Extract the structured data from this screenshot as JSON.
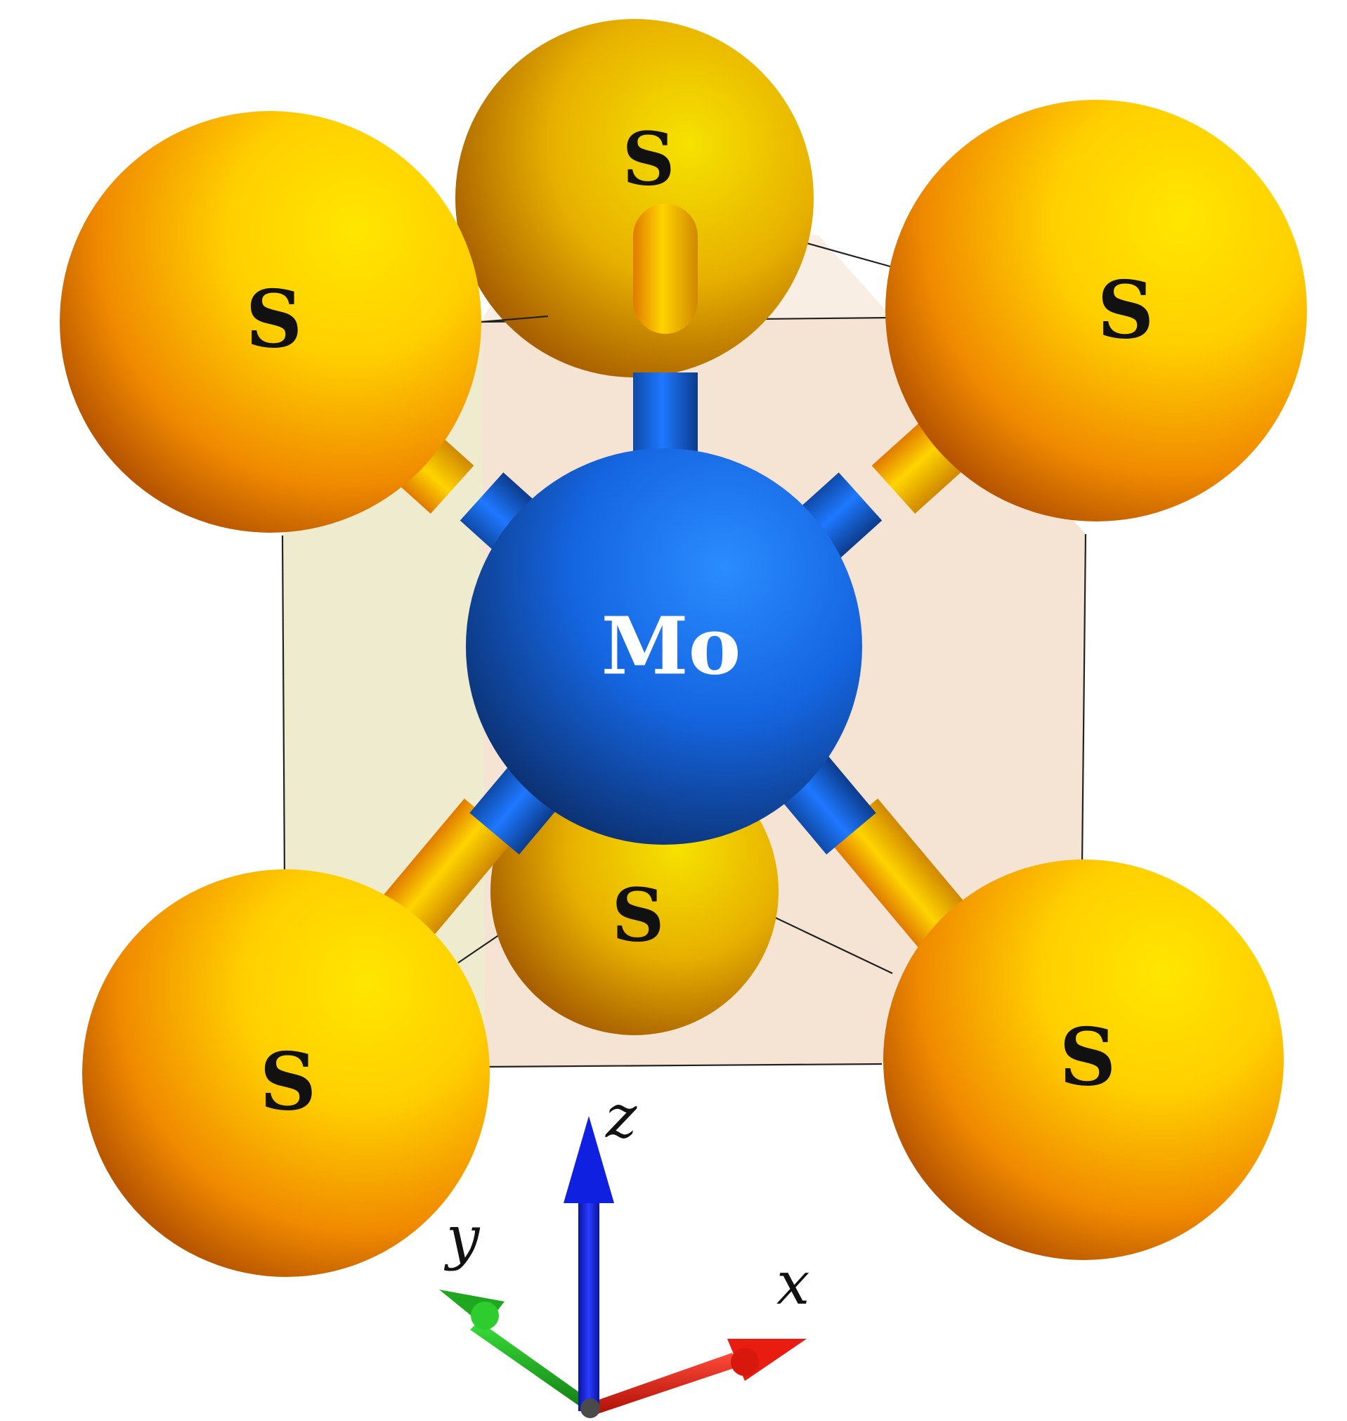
{
  "atoms": {
    "center": {
      "symbol": "Mo",
      "element": "molybdenum"
    },
    "ligand_symbol": "S",
    "ligand_count": 6
  },
  "axes": {
    "x": "x",
    "y": "y",
    "z": "z"
  },
  "colors": {
    "sulfur_light": "#ffe600",
    "sulfur_mid": "#ffb000",
    "sulfur_dark": "#a04400",
    "molybdenum_light": "#1f7dff",
    "molybdenum_dark": "#0a2a6a",
    "axis_x": "#e81c10",
    "axis_y": "#1fa81f",
    "axis_z": "#1020e0",
    "cell_left_face": "#ece9ca",
    "cell_right_face": "#f3dfcc"
  }
}
